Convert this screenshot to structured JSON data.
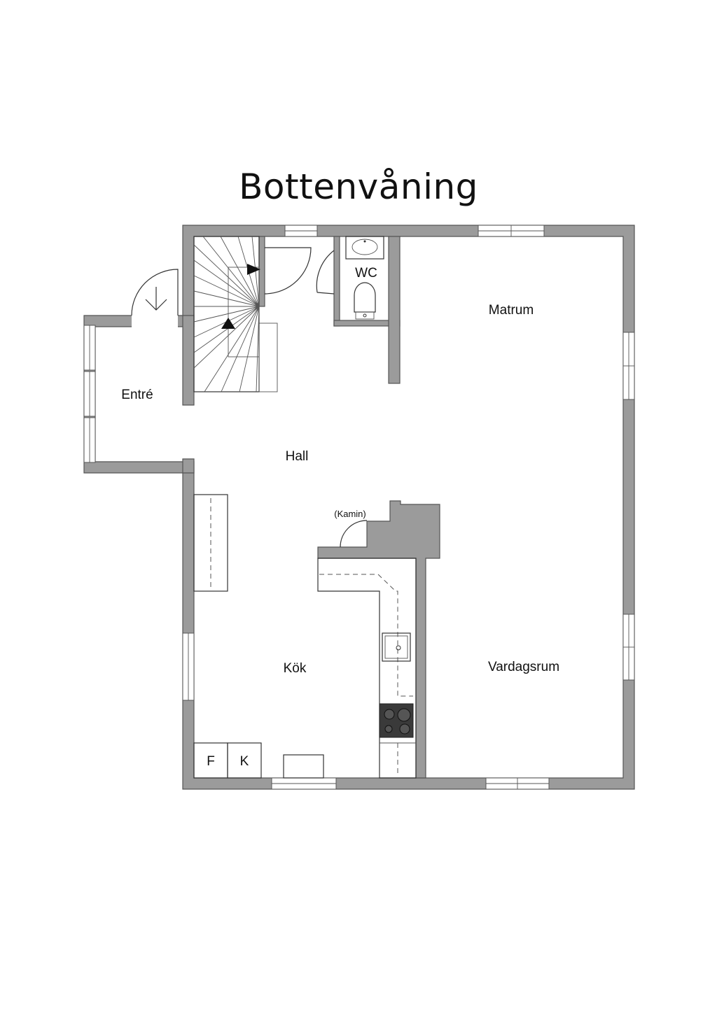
{
  "title": "Bottenvåning",
  "rooms": {
    "wc": "WC",
    "matrum": "Matrum",
    "entre": "Entré",
    "hall": "Hall",
    "kamin": "(Kamin)",
    "kok": "Kök",
    "vardagsrum": "Vardagsrum",
    "fridge": "F",
    "freezer": "K"
  },
  "colors": {
    "wall": "#9b9b9b",
    "stroke": "#333333",
    "background": "#ffffff"
  }
}
